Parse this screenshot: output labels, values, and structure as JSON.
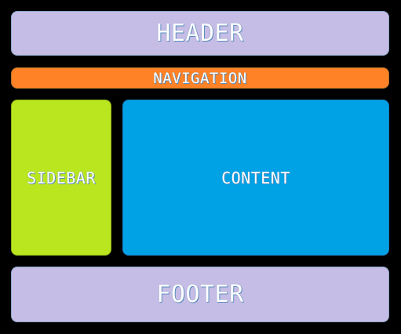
{
  "layout": {
    "header": {
      "label": "HEADER",
      "color": "#c5bde5"
    },
    "navigation": {
      "label": "NAVIGATION",
      "color": "#ff8226"
    },
    "sidebar": {
      "label": "SIDEBAR",
      "color": "#bae61f"
    },
    "content": {
      "label": "CONTENT",
      "color": "#00a2e6"
    },
    "footer": {
      "label": "FOOTER",
      "color": "#c5bde5"
    }
  }
}
